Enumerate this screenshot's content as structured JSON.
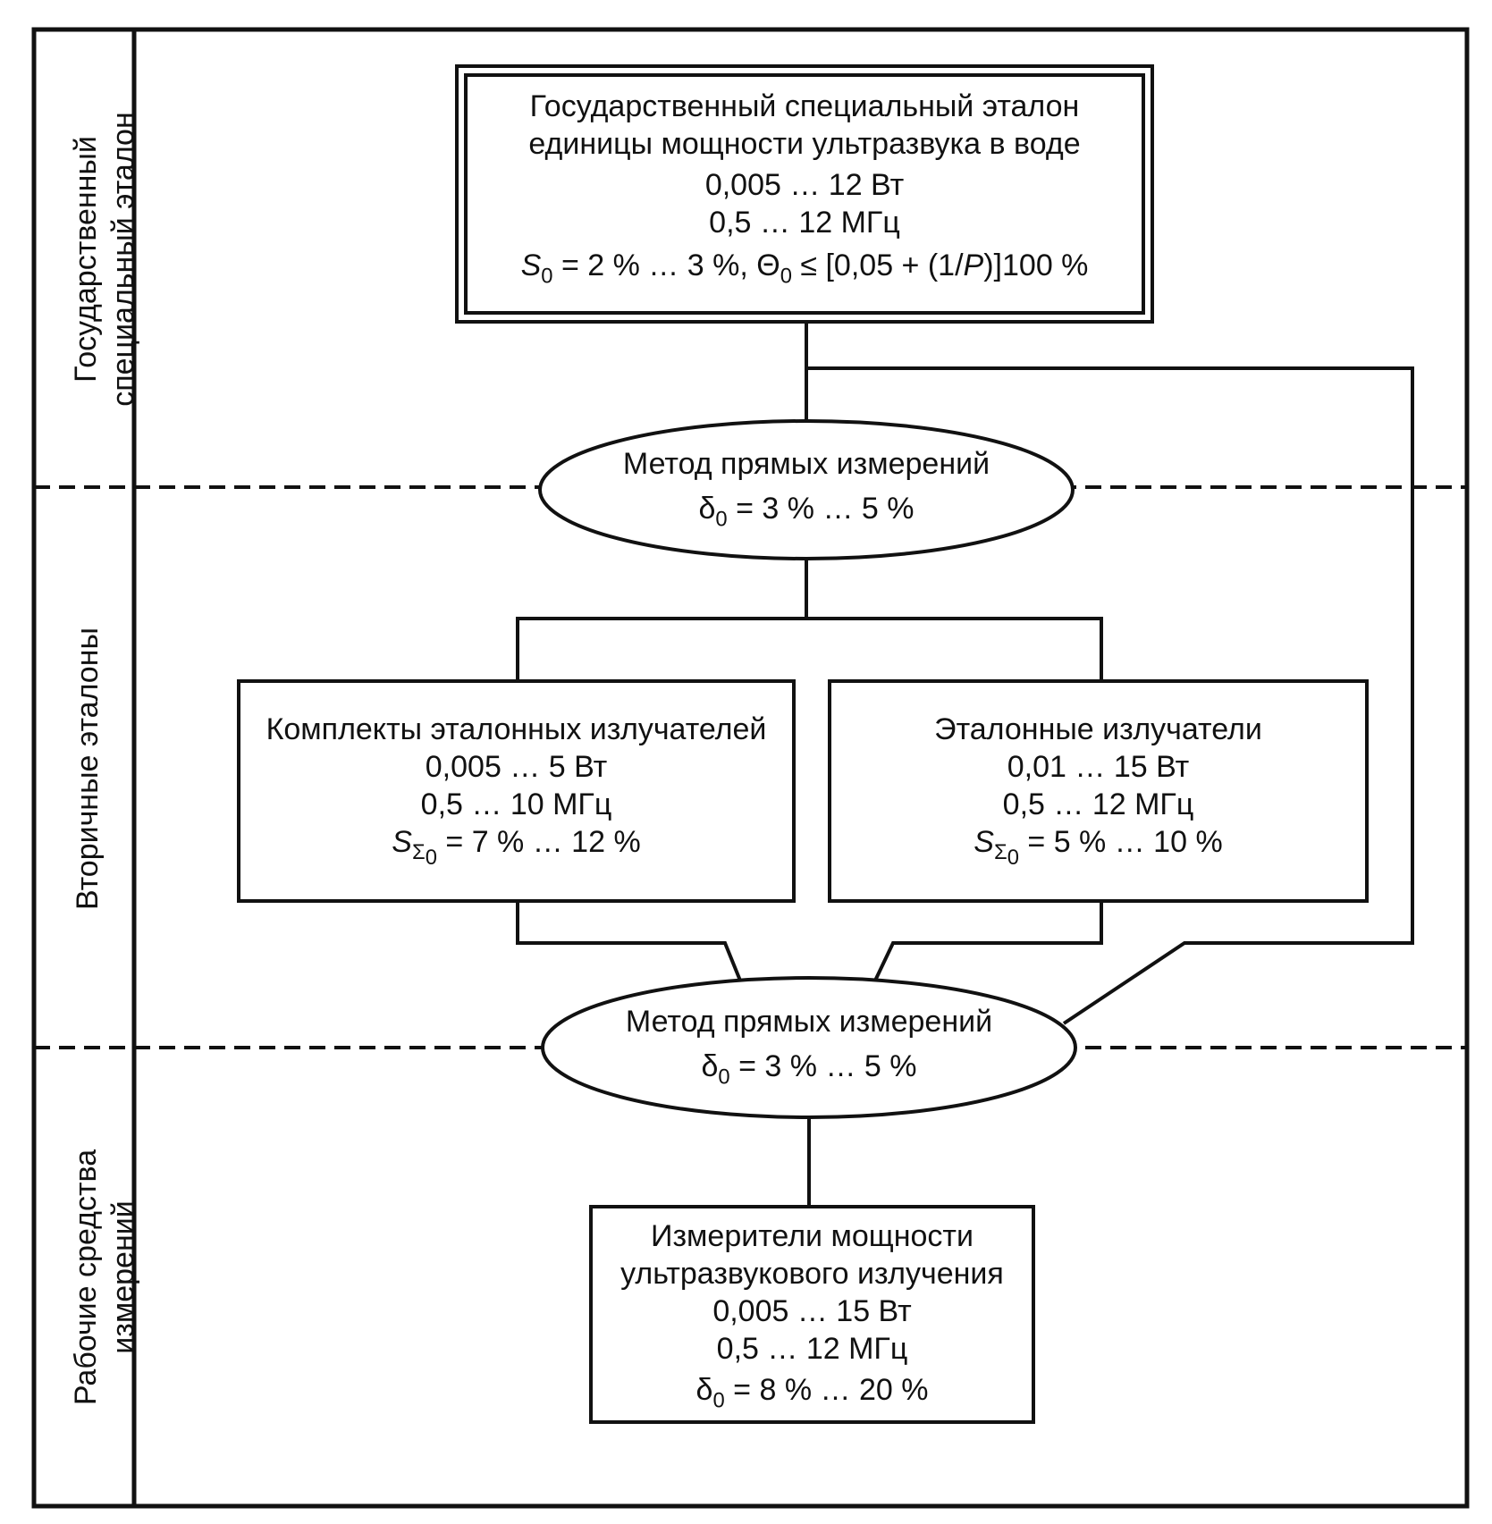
{
  "sections": [
    {
      "line1": "Государственный",
      "line2": "специальный эталон"
    },
    {
      "line1": "Вторичные эталоны",
      "line2": ""
    },
    {
      "line1": "Рабочие средства",
      "line2": "измерений"
    }
  ],
  "primary": {
    "title1": "Государственный специальный эталон",
    "title2": "единицы мощности ультразвука в воде",
    "power": "0,005 … 12 Вт",
    "freq": "0,5 … 12 МГц",
    "s_sym": "S",
    "s_sub": "0",
    "s_val": " = 2 % … 3 %, ",
    "theta_sym": "Θ",
    "theta_sub": "0",
    "theta_val_a": " ≤ [0,05 + (1/",
    "theta_p": "P",
    "theta_val_b": ")]100 %"
  },
  "method1": {
    "title": "Метод прямых измерений",
    "d_sym": "δ",
    "d_sub": "0",
    "d_val": " = 3 % … 5 %"
  },
  "left_box": {
    "title": "Комплекты эталонных излучателей",
    "power": "0,005 … 5 Вт",
    "freq": "0,5 … 10 МГц",
    "s_sym": "S",
    "s_sub": "Σ",
    "s_sub2": "0",
    "s_val": " = 7 % … 12 %"
  },
  "right_box": {
    "title": "Эталонные излучатели",
    "power": "0,01 … 15 Вт",
    "freq": "0,5 … 12 МГц",
    "s_sym": "S",
    "s_sub": "Σ",
    "s_sub2": "0",
    "s_val": " = 5 % … 10 %"
  },
  "method2": {
    "title": "Метод прямых измерений",
    "d_sym": "δ",
    "d_sub": "0",
    "d_val": " = 3 % … 5 %"
  },
  "bottom_box": {
    "title1": "Измерители мощности",
    "title2": "ультразвукового излучения",
    "power": "0,005 … 15 Вт",
    "freq": "0,5 … 12 МГц",
    "d_sym": "δ",
    "d_sub": "0",
    "d_val": " = 8 % … 20 %"
  }
}
